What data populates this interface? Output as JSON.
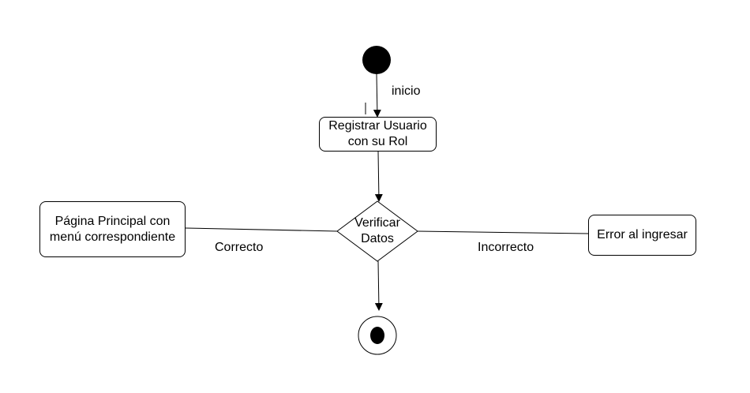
{
  "nodes": {
    "start": {
      "label": ""
    },
    "register": {
      "line1": "Registrar Usuario",
      "line2": "con su Rol"
    },
    "decision": {
      "line1": "Verificar",
      "line2": "Datos"
    },
    "home": {
      "line1": "Página Principal con",
      "line2": "menú correspondiente"
    },
    "error": {
      "label": "Error al ingresar"
    },
    "end": {
      "label": ""
    }
  },
  "edges": {
    "start_label": "inicio",
    "correct_label": "Correcto",
    "incorrect_label": "Incorrecto"
  }
}
